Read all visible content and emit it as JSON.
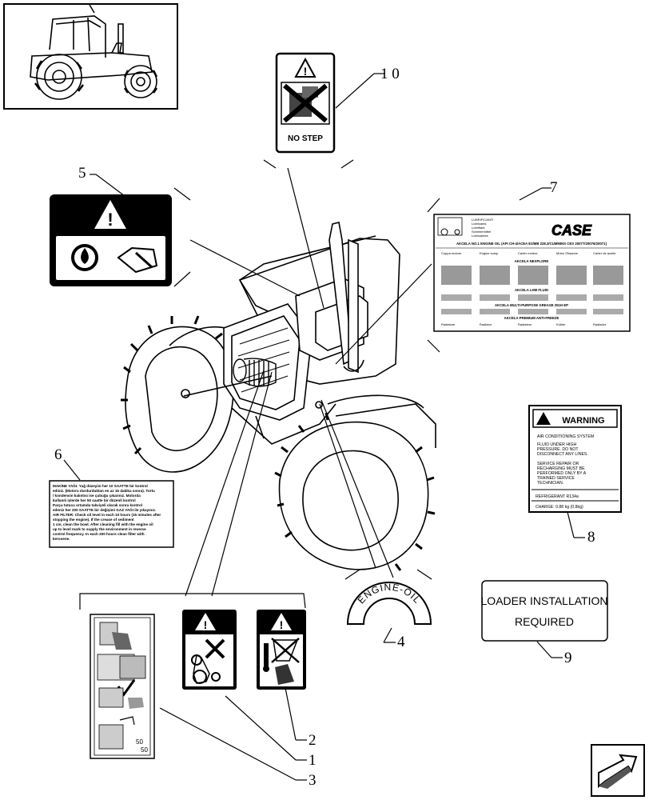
{
  "callouts": [
    "1 0",
    "5",
    "7",
    "6",
    "8",
    "4",
    "9",
    "2",
    "1",
    "3"
  ],
  "decals": {
    "no_step": {
      "text": "NO STEP"
    },
    "engine_oil": {
      "text": "ENGINE-OIL"
    },
    "loader": {
      "line1": "LOADER INSTALLATION",
      "line2": "REQUIRED"
    },
    "warning": {
      "header": "WARNING",
      "lines": [
        "AIR CONDITIONING SYSTEM",
        "FLUID UNDER HIGH",
        "PRESSURE. DO NOT",
        "DISCONNECT ANY LINES.",
        "SERVICE REPAIR OR",
        "RECHARGING MUST BE",
        "PERFORMED ONLY BY A",
        "TRAINED SERVICE",
        "TECHNICIAN.",
        "REFRIGERANT R134a",
        "CHARGE: 0.88 kg (0,8kg)"
      ]
    },
    "lubricant": {
      "brand": "CASE",
      "header_lines": [
        "LUBRIFICANTI",
        "Lubricants",
        "Lubrifiant",
        "Schmiermittel",
        "Lubricantes"
      ],
      "title": "AKCELA NO.1 ENGINE OIL (API CH-4/ACEA E3/MB 228.3/CUMMINS CES 20077/20076/20071)",
      "row1": [
        "Coppa motore",
        "Engine sump",
        "Carter moteur",
        "Motor Ölwanne",
        "Carter de aceite"
      ],
      "sec2": "AKCELA NEXPLORE",
      "sec3": "AKCELA LHM FLUID",
      "sec4": "AKCELA MULTI-PURPOSE GREASE 251H EP",
      "sec5": "AKCELA PREMIUM ANTI-FREEZE",
      "row5": [
        "Radiatore",
        "Radiator",
        "Radiateur",
        "Kühler",
        "Radiador"
      ]
    },
    "turkish_oil": {
      "lines": [
        "MAKİNE YAĞI: Yağ düzeyini her 10 SAATTE bir kontrol",
        "ediniz. (Motoru durdurduktan en az 15 dakika sonra). Tortu",
        "/ kondensin kalıntısı ise çubuğu çıkarınız. Motorda",
        "kullanılı işlerde her 50 saatte bir düzenli kontrol",
        "Parça tutucu ortamda takviyeli olarak sonra kontrol",
        "edeniz her 200 SAATTE bir değişimi GAZ YAĞI ile yıkayınız.",
        "AIR FILTER: Check oil level in each 10 hours (15 minutes after",
        "stopping the engine). If the crease of sediment",
        "1 cm, clean the bowl. After cleaning fill with the engine oil",
        "up to level mark to supply the environment in reverse",
        "control frequency. In each 200 hours clean filter with",
        "kerosene."
      ]
    }
  }
}
